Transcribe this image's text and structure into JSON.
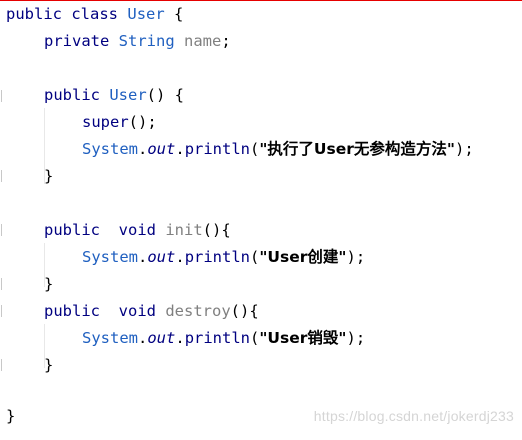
{
  "code": {
    "line1": {
      "public": "public",
      "class": "class",
      "name": "User",
      "brace": " {"
    },
    "line2": {
      "private": "private",
      "type": "String",
      "field": "name",
      "semi": ";"
    },
    "line4": {
      "public": "public",
      "name": "User",
      "parens": "() {"
    },
    "line5": {
      "super": "super",
      "rest": "();"
    },
    "line6": {
      "system": "System",
      "dot1": ".",
      "out": "out",
      "dot2": ".",
      "println": "println",
      "open": "(",
      "text": "\"执行了User无参构造方法\"",
      "close": ");"
    },
    "line7": {
      "brace": "}"
    },
    "line9": {
      "public": "public",
      "void": "void",
      "method": "init",
      "parens": "(){"
    },
    "line10": {
      "system": "System",
      "dot1": ".",
      "out": "out",
      "dot2": ".",
      "println": "println",
      "open": "(",
      "text": "\"User创建\"",
      "close": ");"
    },
    "line11": {
      "brace": "}"
    },
    "line12": {
      "public": "public",
      "void": "void",
      "method": "destroy",
      "parens": "(){"
    },
    "line13": {
      "system": "System",
      "dot1": ".",
      "out": "out",
      "dot2": ".",
      "println": "println",
      "open": "(",
      "text": "\"User销毁\"",
      "close": ");"
    },
    "line14": {
      "brace": "}"
    },
    "line16": {
      "brace": "}"
    }
  },
  "watermark": "https://blog.csdn.net/jokerdj233",
  "colors": {
    "keyword": "#000080",
    "type": "#2060c0",
    "identifier": "#808080",
    "accent_line": "#e60000"
  }
}
